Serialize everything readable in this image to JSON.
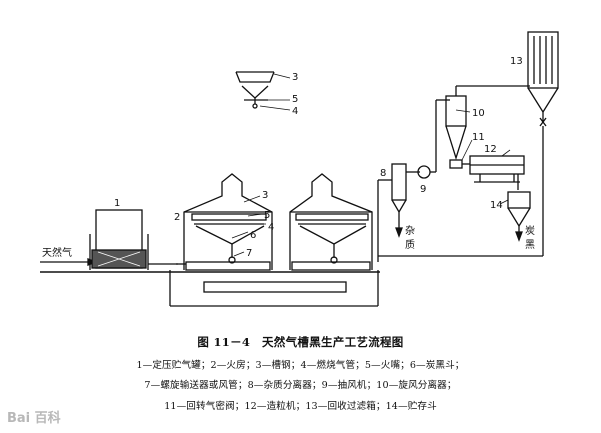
{
  "figure": {
    "title": "图 11－4　天然气槽黑生产工艺流程图",
    "legend_lines": [
      "1—定压贮气罐；2—火房；3—槽钢；4—燃烧气管；5—火嘴；6—炭黑斗；",
      "7—螺旋输送器或风管；8—杂质分离器；9—抽风机；10—旋风分离器；",
      "11—回转气密阀；12—造粒机；13—回收过滤箱；14—贮存斗"
    ]
  },
  "labels": {
    "n1": "1",
    "n2": "2",
    "n3a": "3",
    "n3b": "3",
    "n4a": "4",
    "n4b": "4",
    "n5a": "5",
    "n5b": "5",
    "n6": "6",
    "n7": "7",
    "n8": "8",
    "n9": "9",
    "n10": "10",
    "n11": "11",
    "n12": "12",
    "n13": "13",
    "n14": "14",
    "gas_inlet": "天然气",
    "impurity": [
      "杂",
      "质"
    ],
    "carbon_black": [
      "炭",
      "黑"
    ]
  },
  "watermark": "Bai 百科"
}
